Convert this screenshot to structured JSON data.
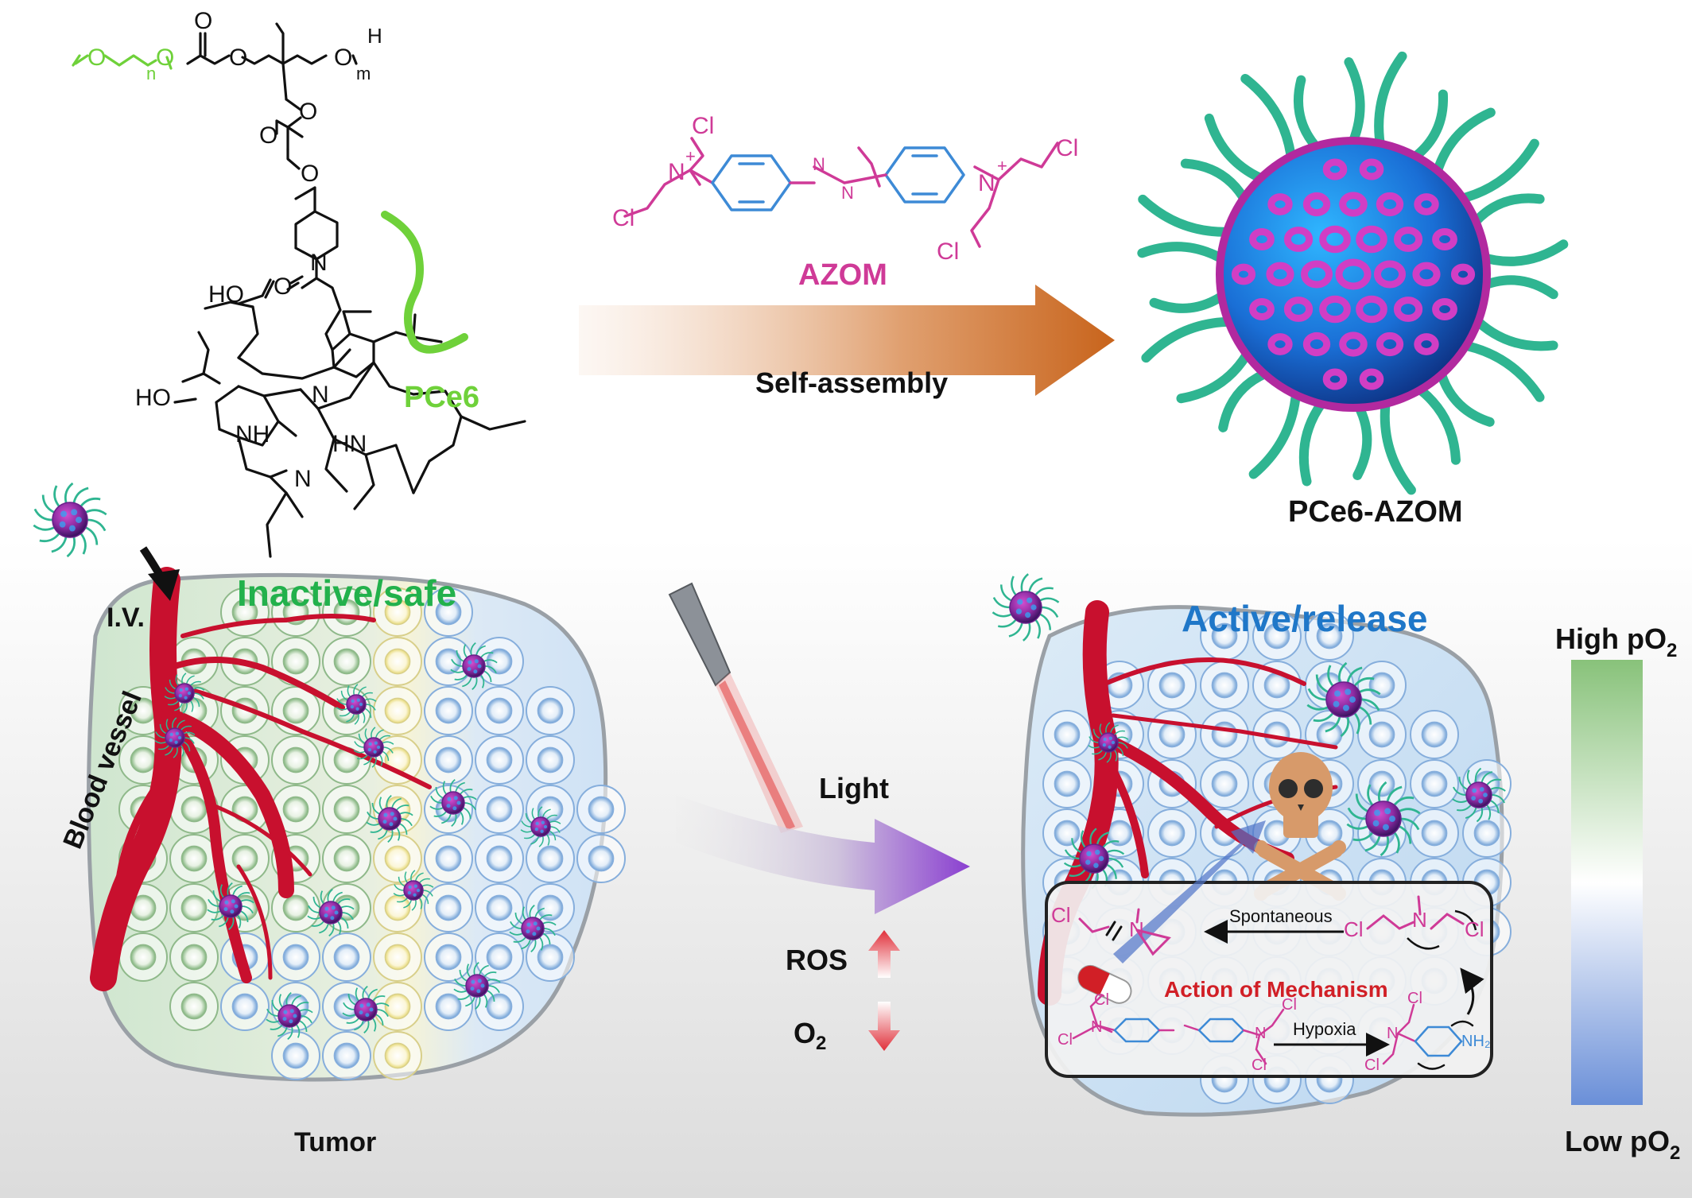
{
  "chem": {
    "o1": "O",
    "o2": "O",
    "o3": "O",
    "o4": "O",
    "o5": "O",
    "o6": "O",
    "o7": "O",
    "o8": "O",
    "o9": "O",
    "n_sub": "n",
    "m_sub": "m",
    "h_end": "H",
    "n_pip": "N",
    "ho_top": "HO",
    "ho_left": "HO",
    "nh": "NH",
    "hn": "HN",
    "n_ring1": "N",
    "n_ring2": "N"
  },
  "labels": {
    "pce6": "PCe6",
    "azom": "AZOM",
    "self_assembly": "Self-assembly",
    "pce6_azom": "PCe6-AZOM",
    "inactive_safe": "Inactive/safe",
    "iv": "I.V.",
    "blood_vessel": "Blood vessel",
    "tumor": "Tumor",
    "light": "Light",
    "ros": "ROS",
    "o2": "O",
    "o2_sub": "2",
    "active_release": "Active/release",
    "high_po2": "High pO",
    "high_po2_sub": "2",
    "low_po2": "Low pO",
    "low_po2_sub": "2"
  },
  "mechanism": {
    "title": "Action of Mechanism",
    "spontaneous": "Spontaneous",
    "hypoxia": "Hypoxia",
    "cl": "Cl",
    "n_plus": "N",
    "nh2": "NH₂"
  },
  "azom_struct": {
    "cl": "Cl",
    "n": "N",
    "plus": "+",
    "azo_n": "N"
  },
  "colors": {
    "pce6_green": "#6fd13a",
    "azom_magenta": "#cf3a97",
    "benzene_blue": "#3d8ad6",
    "inactive_green": "#22b14c",
    "active_blue": "#1f77c8",
    "mechanism_red": "#d11f26",
    "vessel_red": "#c8102e",
    "arrow_orange": "#d2691e",
    "arrow_purple": "#8a3fd0"
  }
}
